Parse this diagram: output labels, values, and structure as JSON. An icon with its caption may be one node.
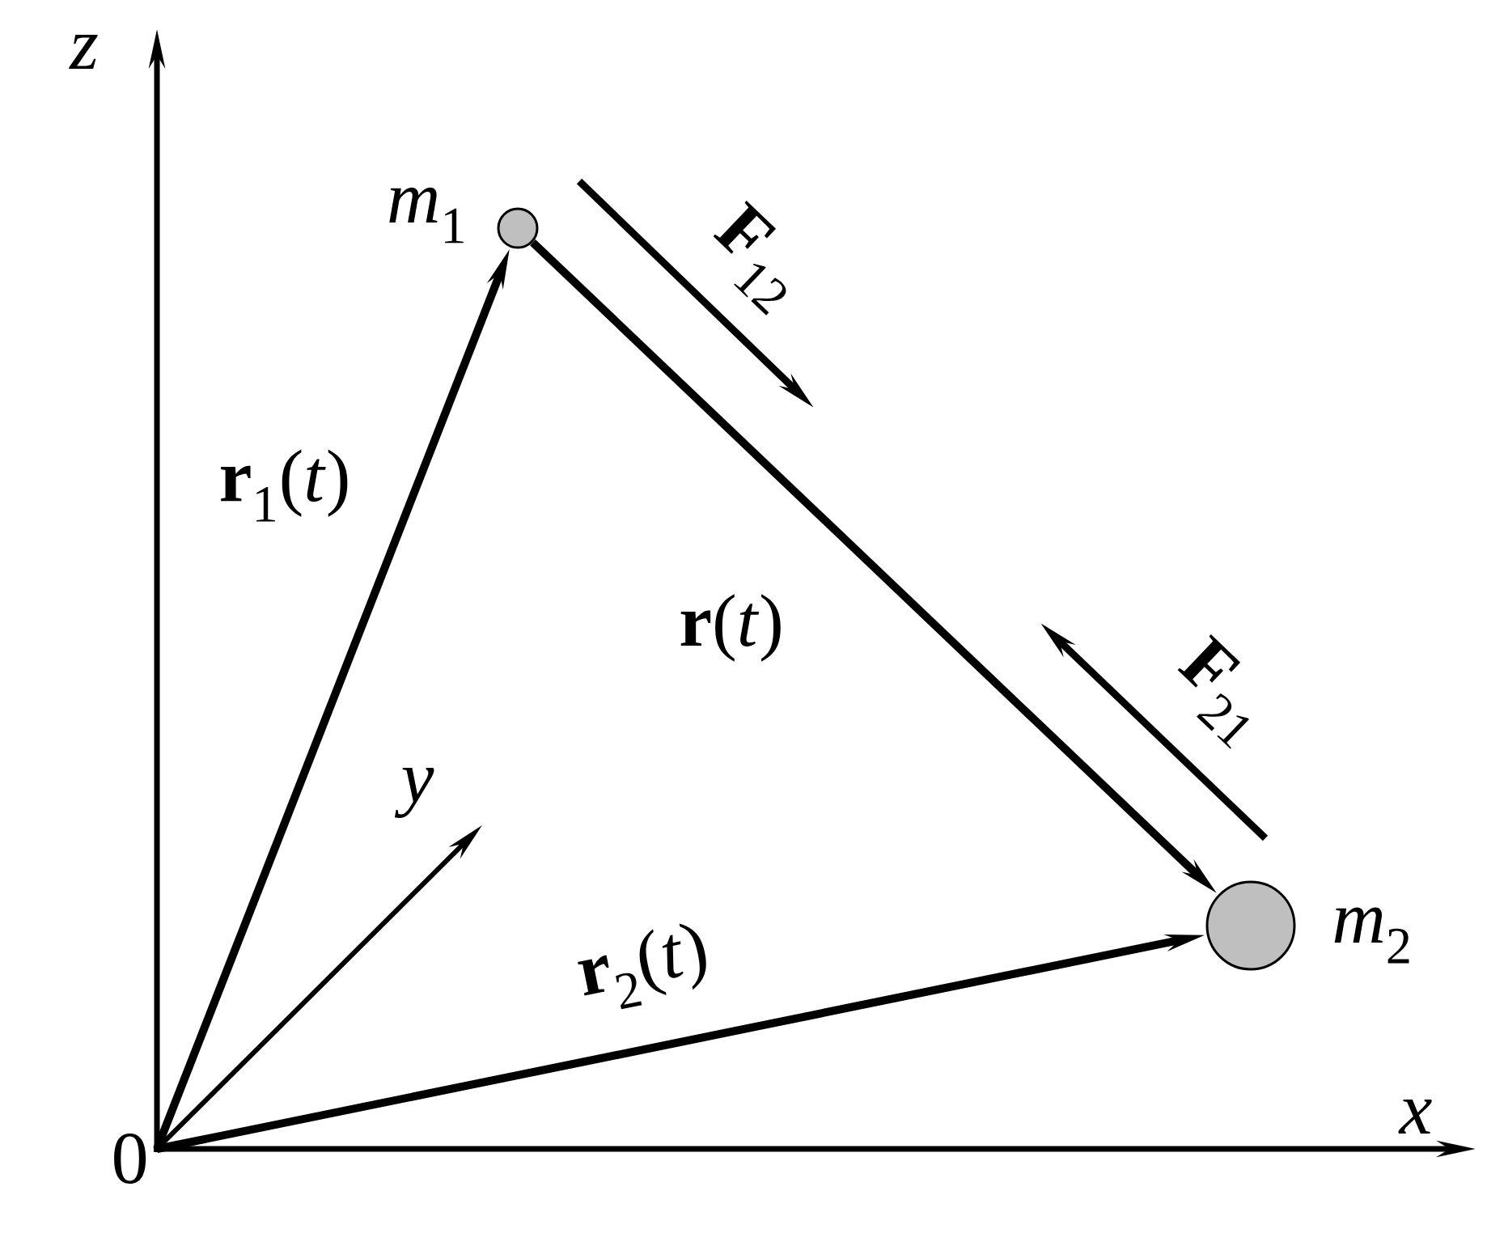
{
  "diagram": {
    "nodes": [
      {
        "text": [
          "0"
        ]
      },
      {
        "text": [],
        "shape": "circle",
        "beside": [
          "*m*$_{1}$"
        ]
      },
      {
        "text": [],
        "shape": "circle",
        "beside": [
          "*m*$_{2}$"
        ]
      }
    ],
    "edges": [
      {
        "from": 0,
        "to": 1,
        "arrow": "to",
        "label": "**r**$_{1}$(*t*)"
      },
      {
        "from": 0,
        "to": 2,
        "arrow": "to",
        "label": "**r**$_{2}$(*t*)"
      },
      {
        "from": 1,
        "to": 2,
        "arrow": "to",
        "label": "**r**(*t*)"
      }
    ],
    "labels": [
      "z",
      "y",
      "x",
      "**F**$_{12}$",
      "**F**$_{21}$"
    ]
  }
}
